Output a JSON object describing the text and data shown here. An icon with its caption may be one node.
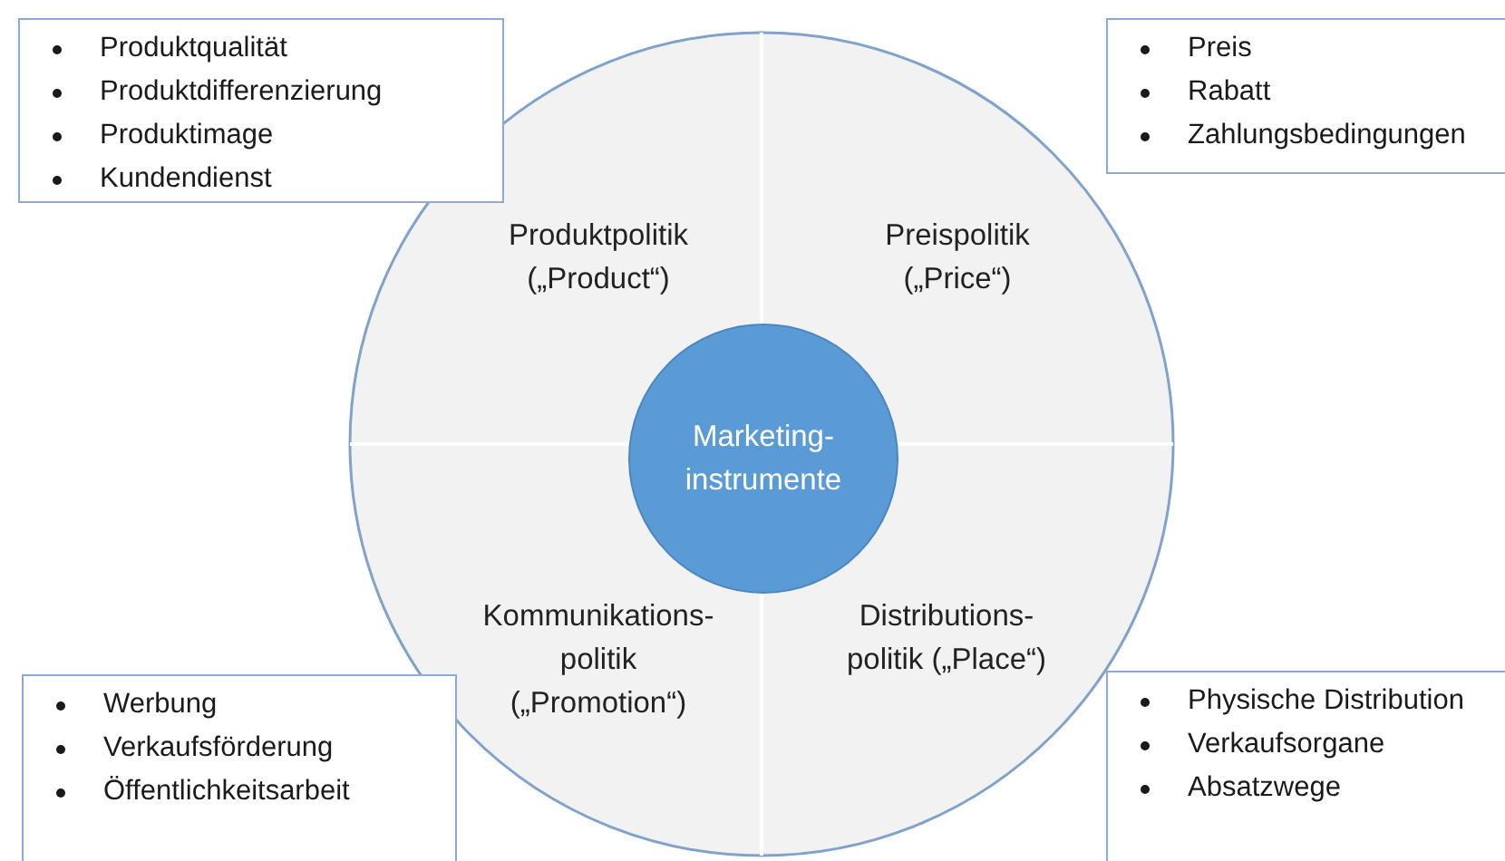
{
  "diagram": {
    "nodes": [
      {
        "text": [
          "Produktqualität",
          "Produktdifferenzierung",
          "Produktimage",
          "Kundendienst"
        ]
      },
      {
        "text": [
          "Preis",
          "Rabatt",
          "Zahlungsbedingungen"
        ]
      },
      {
        "text": [],
        "shape": "circle"
      },
      {
        "text": [
          "Produktpolitik („Product“)"
        ],
        "in": 2
      },
      {
        "text": [
          "Preispolitik („Price“)"
        ],
        "in": 2
      },
      {
        "text": [
          "Marketing- instrumente"
        ],
        "in": 2
      },
      {
        "text": [
          "Kommunikations- politik („Promotion“)"
        ],
        "in": 2
      },
      {
        "text": [
          "Distributions- politik („Place“)"
        ],
        "in": 2
      },
      {
        "text": [
          "Werbung",
          "Verkaufsförderung",
          "Öffentlichkeitsarbeit"
        ]
      },
      {
        "text": [
          "Physische Distribution",
          "Verkaufsorgane",
          "Absatzwege"
        ]
      }
    ]
  }
}
